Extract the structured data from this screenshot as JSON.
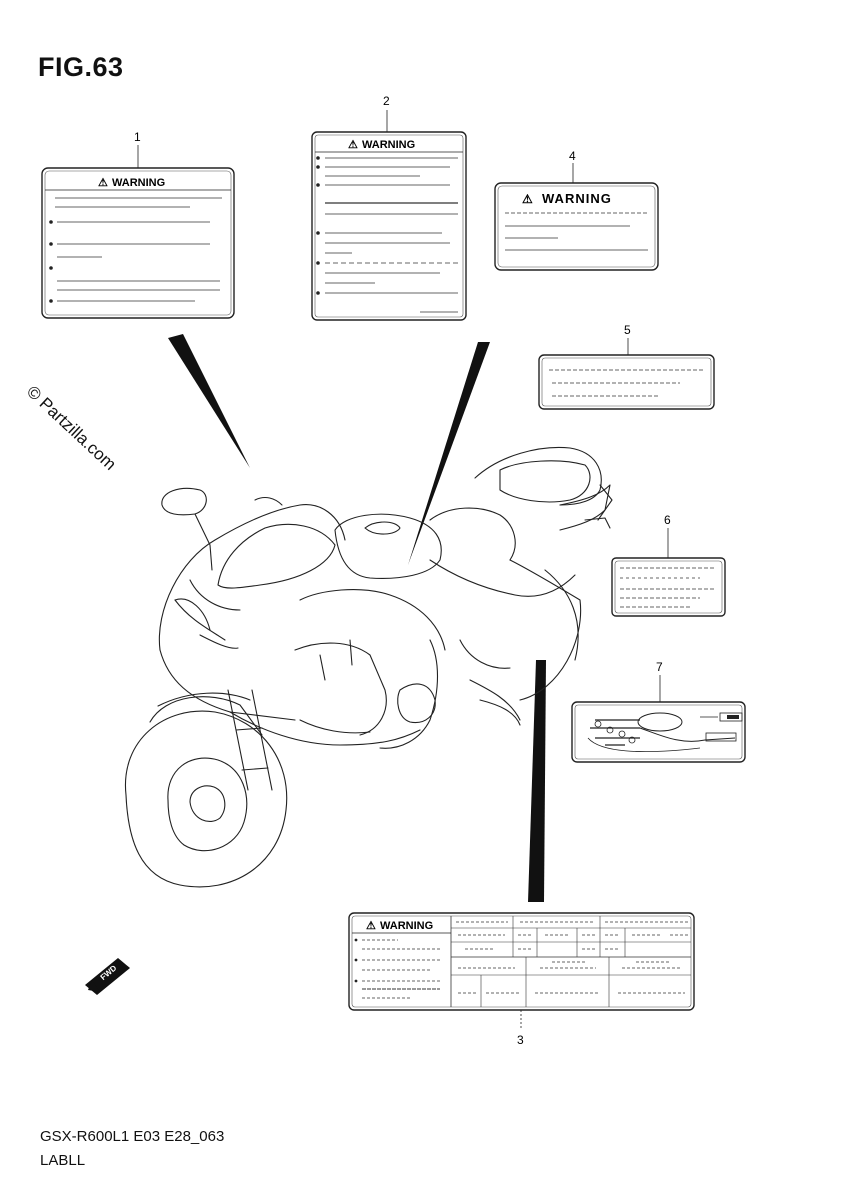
{
  "figure": {
    "title": "FIG.63",
    "code": "GSX-R600L1 E03 E28_063",
    "name": "LABLL"
  },
  "watermark": {
    "copyright": "© Partzilla.com"
  },
  "callouts": [
    {
      "number": "1"
    },
    {
      "number": "2"
    },
    {
      "number": "3"
    },
    {
      "number": "4"
    },
    {
      "number": "5"
    },
    {
      "number": "6"
    },
    {
      "number": "7"
    }
  ],
  "labels": {
    "warning_text": "WARNING",
    "warning_symbol": "⚠"
  },
  "direction_marker": {
    "text": "FWD"
  }
}
